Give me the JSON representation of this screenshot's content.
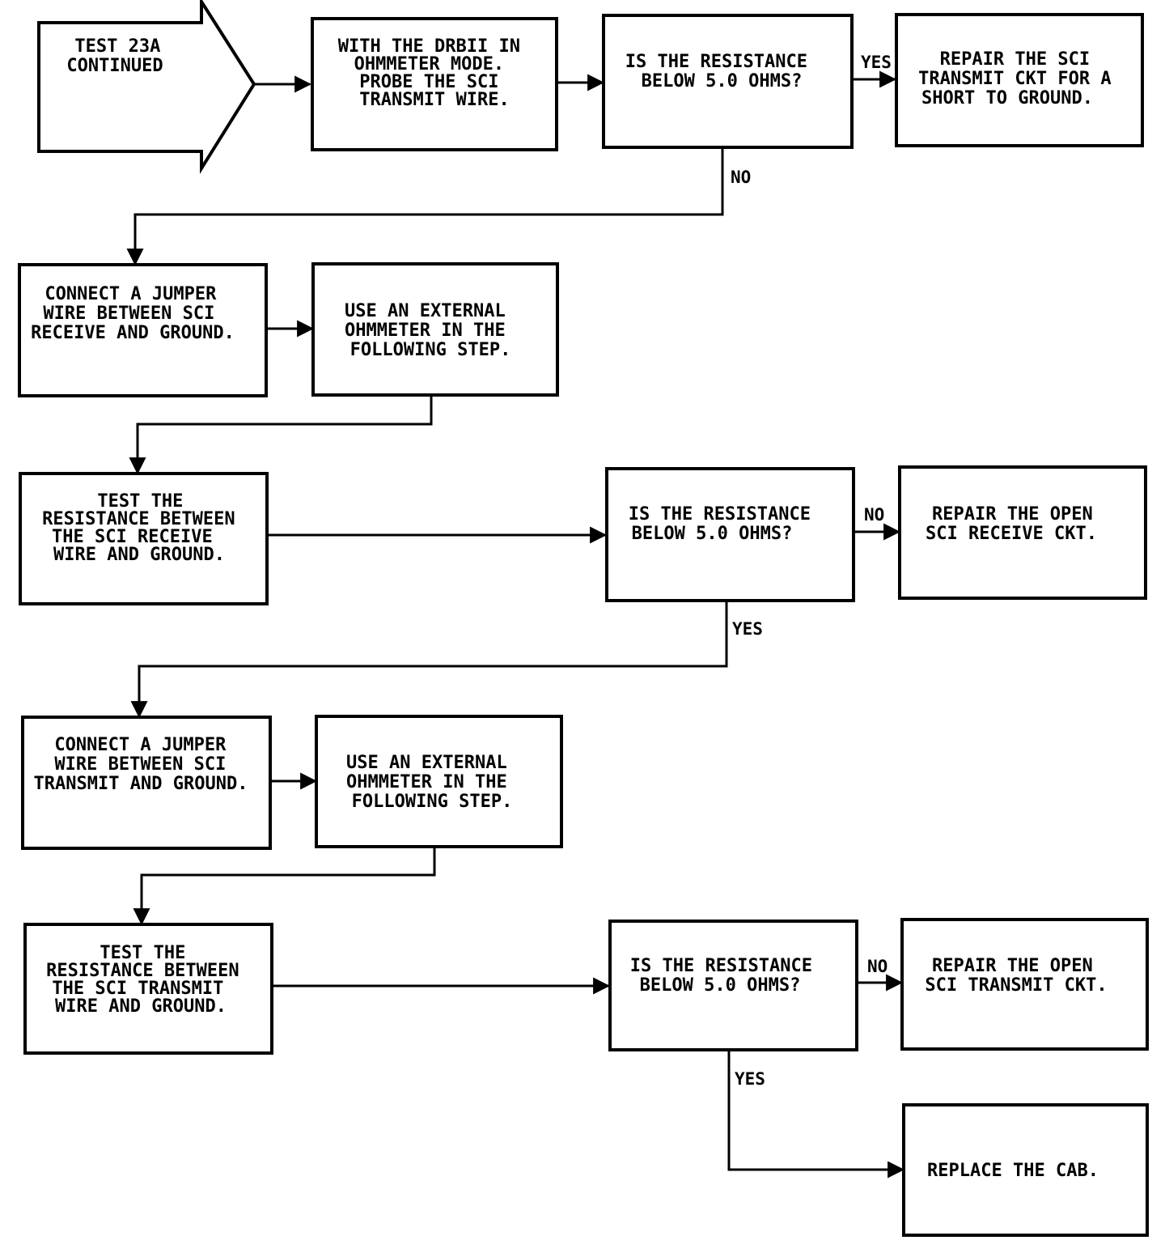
{
  "nodes": {
    "start": {
      "lines": [
        "TEST 23A",
        "CONTINUED"
      ]
    },
    "probe": {
      "lines": [
        "WITH THE DRBII IN",
        "OHMMETER MODE.",
        "PROBE THE SCI",
        "TRANSMIT WIRE."
      ]
    },
    "q1": {
      "lines": [
        "IS THE RESISTANCE",
        "BELOW 5.0 OHMS?"
      ]
    },
    "repair_short": {
      "lines": [
        "REPAIR THE SCI",
        "TRANSMIT CKT FOR A",
        "SHORT TO GROUND."
      ]
    },
    "jumper_rx": {
      "lines": [
        "CONNECT A JUMPER",
        "WIRE BETWEEN SCI",
        "RECEIVE AND GROUND."
      ]
    },
    "ext_ohm_1": {
      "lines": [
        "USE AN EXTERNAL",
        "OHMMETER IN THE",
        "FOLLOWING STEP."
      ]
    },
    "test_rx": {
      "lines": [
        "TEST THE",
        "RESISTANCE BETWEEN",
        "THE SCI RECEIVE",
        "WIRE AND GROUND."
      ]
    },
    "q2": {
      "lines": [
        "IS THE RESISTANCE",
        "BELOW 5.0 OHMS?"
      ]
    },
    "repair_rx": {
      "lines": [
        "REPAIR THE OPEN",
        "SCI RECEIVE CKT."
      ]
    },
    "jumper_tx": {
      "lines": [
        "CONNECT A JUMPER",
        "WIRE BETWEEN SCI",
        "TRANSMIT AND GROUND."
      ]
    },
    "ext_ohm_2": {
      "lines": [
        "USE AN EXTERNAL",
        "OHMMETER IN THE",
        "FOLLOWING STEP."
      ]
    },
    "test_tx": {
      "lines": [
        "TEST THE",
        "RESISTANCE BETWEEN",
        "THE SCI TRANSMIT",
        "WIRE AND GROUND."
      ]
    },
    "q3": {
      "lines": [
        "IS THE RESISTANCE",
        "BELOW 5.0 OHMS?"
      ]
    },
    "repair_tx": {
      "lines": [
        "REPAIR THE OPEN",
        "SCI TRANSMIT CKT."
      ]
    },
    "replace": {
      "lines": [
        "REPLACE THE CAB."
      ]
    }
  },
  "edges": {
    "q1_yes": "YES",
    "q1_no": "NO",
    "q2_no": "NO",
    "q2_yes": "YES",
    "q3_no": "NO",
    "q3_yes": "YES"
  }
}
